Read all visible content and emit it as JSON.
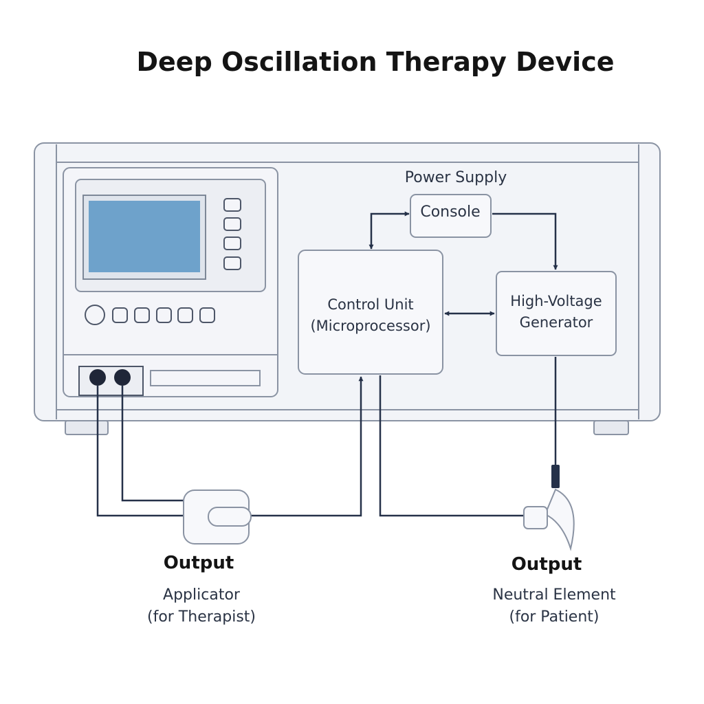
{
  "title": "Deep Oscillation Therapy Device",
  "blocks": {
    "power_supply": "Power Supply",
    "console": "Console",
    "control_unit": {
      "line1": "Control Unit",
      "line2": "(Microprocessor)"
    },
    "high_voltage_generator": {
      "line1": "High-Voltage",
      "line2": "Generator"
    }
  },
  "outputs": {
    "applicator": {
      "heading": "Output",
      "line1": "Applicator",
      "line2": "(for Therapist)"
    },
    "neutral_element": {
      "heading": "Output",
      "line1": "Neutral Element",
      "line2": "(for Patient)"
    }
  },
  "colors": {
    "line": "#253149",
    "outline": "#8a93a3",
    "panel_fill": "#f2f4f8",
    "box_fill": "#f7f8fb",
    "screen": "#6ea2cb",
    "title_text": "#141414"
  },
  "icons": {
    "display": "lcd-screen-icon",
    "jacks": "output-jack-icon",
    "applicator": "hand-applicator-icon",
    "neutral_element": "neutral-electrode-icon"
  }
}
